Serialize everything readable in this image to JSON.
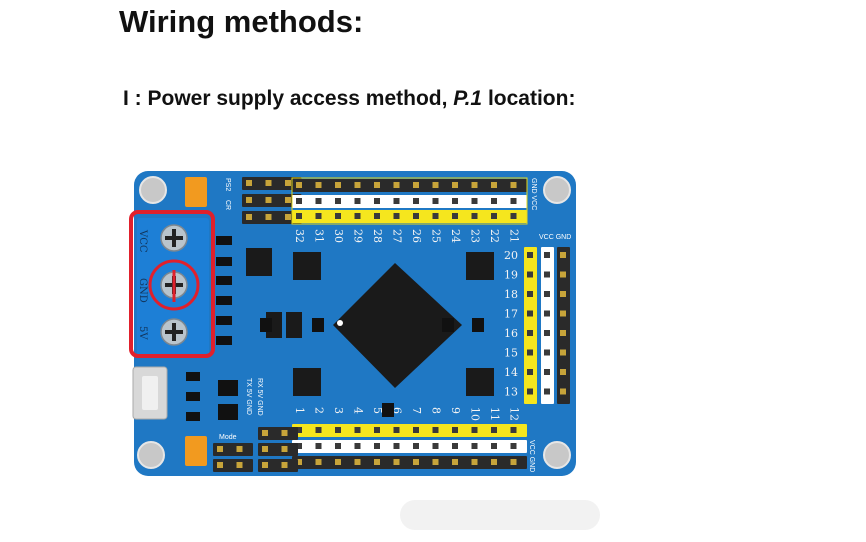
{
  "heading": {
    "title": "Wiring methods:",
    "subtitle_prefix": "I : Power supply access method,",
    "subtitle_ref": "P.1",
    "subtitle_suffix": "location:"
  },
  "board": {
    "colors": {
      "pcb": "#1f78c4",
      "highlight_red": "#e0202c",
      "terminal_blue": "#1d7fd6",
      "yellow_header": "#f5e61e",
      "white_header": "#ffffff",
      "black_header": "#2a2a2a",
      "orange_cap": "#f29a1f",
      "chip": "#1a1a1a"
    },
    "labels": {
      "ps2": "PS2",
      "cr": "CR",
      "mode": "Mode",
      "gnd_vcc_top": "GND VCC",
      "vcc_gnd_right": "VCC GND",
      "vcc_gnd_bottom": "VCC GND",
      "serial": "RX 5V GND",
      "serial2": "TX 5V GND"
    },
    "terminal_labels": [
      "VCC",
      "GND",
      "5V"
    ],
    "top_pin_numbers": [
      "32",
      "31",
      "30",
      "29",
      "28",
      "27",
      "26",
      "25",
      "24",
      "23",
      "22",
      "21"
    ],
    "right_pin_numbers": [
      "20",
      "19",
      "18",
      "17",
      "16",
      "15",
      "14",
      "13"
    ],
    "bottom_pin_numbers": [
      "1",
      "2",
      "3",
      "4",
      "5",
      "6",
      "7",
      "8",
      "9",
      "10",
      "11",
      "12"
    ]
  }
}
